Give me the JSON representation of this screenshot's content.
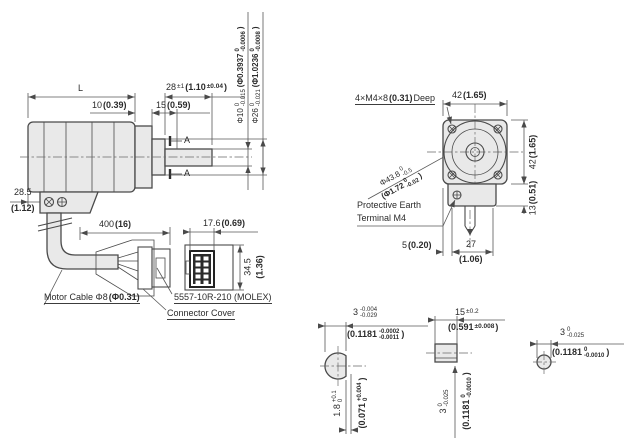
{
  "punct": {
    "close": ")"
  },
  "side": {
    "length_label": "L",
    "plate": {
      "mm": "10",
      "in": "(0.39)"
    },
    "pilot_len": {
      "mm": "15",
      "in": "(0.59)"
    },
    "shaft_len": {
      "mm": "28",
      "tol": "±1",
      "in_pre": "(1.10",
      "in_tol": "±0.04"
    },
    "shaft_dia": {
      "mm": "Φ10",
      "u": "0",
      "l": "-0.015",
      "in_pre": "(Φ0.3937",
      "iu": "0",
      "il": "-0.0006"
    },
    "boss_dia": {
      "mm": "Φ26",
      "u": "0",
      "l": "-0.021",
      "in_pre": "(Φ1.0236",
      "iu": "0",
      "il": "-0.0008"
    },
    "cable_offset": {
      "mm": "28.5",
      "in": "(1.12)"
    },
    "cable_length": {
      "mm": "400",
      "in": "(16)"
    },
    "conn_width": {
      "mm": "17.6",
      "in": "(0.69)"
    },
    "conn_height": {
      "mm": "34.5",
      "in": "(1.36)"
    },
    "section_mark": "A",
    "motor_cable": {
      "pre": "Motor Cable Φ8",
      "in": "(Φ0.31)"
    },
    "connector_model": "5557-10R-210 (MOLEX)",
    "connector_cover": "Connector Cover"
  },
  "front": {
    "tap": {
      "pre": "4×M4×8",
      "in": "(0.31)",
      "post": "Deep"
    },
    "width": {
      "mm": "42",
      "in": "(1.65)"
    },
    "height": {
      "mm": "42",
      "in": "(1.65)"
    },
    "pilot_dia": {
      "mm": "Φ43.8",
      "u": "0",
      "l": "-0.5",
      "in_pre": "(Φ1.72",
      "iu": "0",
      "il": "-0.02"
    },
    "earth_line1": "Protective Earth",
    "earth_line2": "Terminal M4",
    "edge_offset": {
      "mm": "5",
      "in": "(0.20)"
    },
    "cable_pos": {
      "mm": "27",
      "in": "(1.06)"
    },
    "block_height": {
      "mm": "13",
      "in": "(0.51)"
    }
  },
  "details": {
    "flat_dia": {
      "mm": "3",
      "u": "-0.004",
      "l": "-0.029",
      "in_pre": "(0.1181",
      "iu": "-0.0002",
      "il": "-0.0011"
    },
    "flat_depth": {
      "mm": "1.8",
      "u": "+0.1",
      "l": "0",
      "in_pre": "(0.071",
      "iu": "+0.004",
      "il": "0"
    },
    "flat_length": {
      "mm": "15",
      "tol": "±0.2",
      "in_pre": "(0.591",
      "in_tol": "±0.008"
    },
    "tip_dia": {
      "mm": "3",
      "u": "0",
      "l": "-0.025",
      "in_pre": "(0.1181",
      "iu": "0",
      "il": "-0.0010"
    },
    "end_dia": {
      "mm": "3",
      "u": "0",
      "l": "-0.025",
      "in_pre": "(0.1181",
      "iu": "0",
      "il": "-0.0010"
    }
  }
}
